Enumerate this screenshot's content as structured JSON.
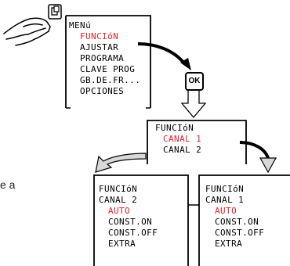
{
  "main_menu": {
    "title": "MENú",
    "items": [
      "FUNCIóN",
      "AJUSTAR",
      "PROGRAMA",
      "CLAVE PROG",
      "GB.DE.FR...",
      "OPCIONES"
    ],
    "highlighted_index": 0
  },
  "ok_button": {
    "label": "OK"
  },
  "function_menu": {
    "title": "FUNCIóN",
    "items": [
      "CANAL 1",
      "CANAL 2"
    ],
    "highlighted_index": 0
  },
  "channel2_panel": {
    "title": "FUNCIóN",
    "channel": "CANAL 2",
    "items": [
      "AUTO",
      "CONST.ON",
      "CONST.OFF",
      "EXTRA"
    ],
    "highlighted_index": 0
  },
  "channel1_panel": {
    "title": "FUNCIóN",
    "channel": "CANAL 1",
    "items": [
      "AUTO",
      "CONST.ON",
      "CONST.OFF",
      "EXTRA"
    ],
    "highlighted_index": 0
  },
  "side_text": "e a",
  "colors": {
    "highlight": "#e8202a",
    "line": "#000000",
    "arrow_fill": "#d8d8d8"
  }
}
